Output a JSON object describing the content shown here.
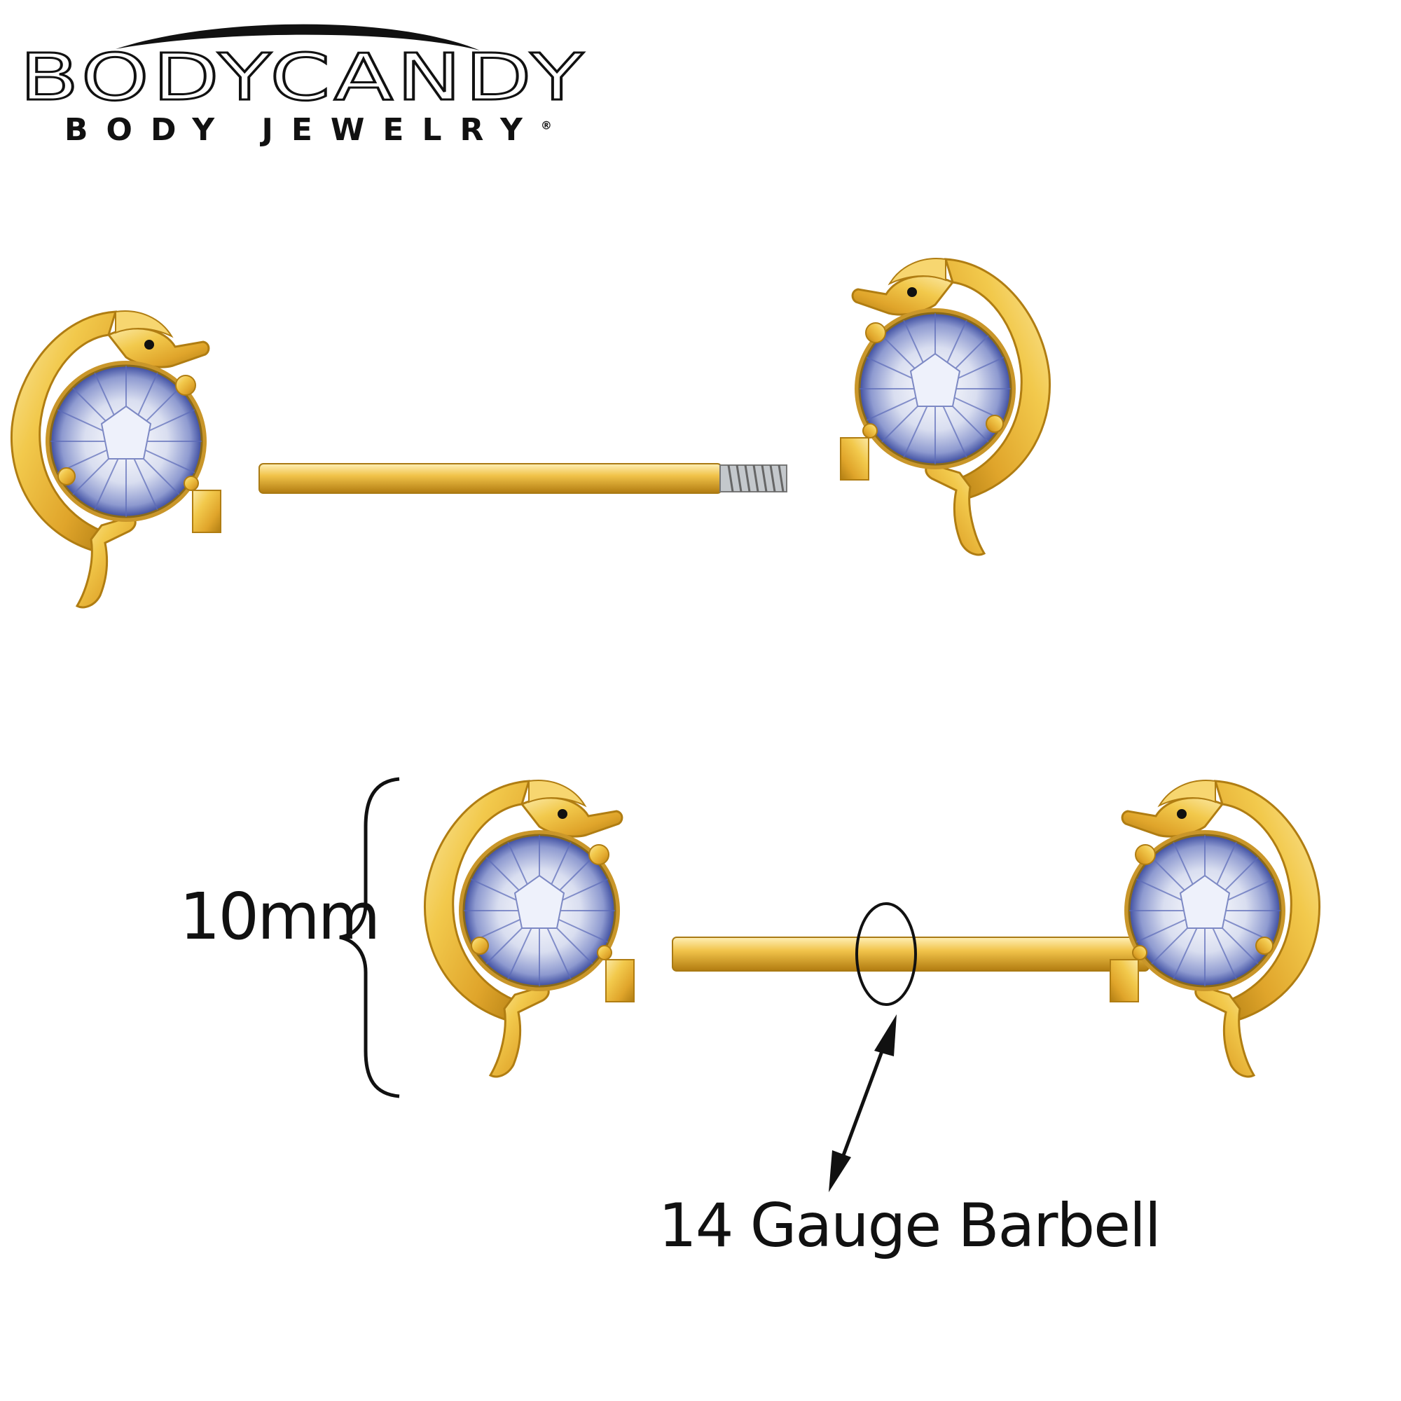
{
  "brand": {
    "name": "BODYCANDY",
    "tagline": "BODY JEWELRY",
    "registered_mark": "®"
  },
  "measurements": {
    "height_label": "10mm",
    "gauge_label": "14 Gauge Barbell"
  },
  "colors": {
    "gold": "#e8b93c",
    "gold_light": "#fbe9a6",
    "gold_dark": "#b07d12",
    "gem": "#dfe4f2",
    "gem_shadow": "#3d4da0",
    "thread": "#9aa0a6",
    "ink": "#111111"
  },
  "products": [
    {
      "name": "dolphin-barbell-disassembled",
      "parts": [
        "barbell-with-end",
        "loose-end"
      ]
    },
    {
      "name": "dolphin-barbell-assembled",
      "parts": [
        "left-end",
        "right-end"
      ]
    }
  ]
}
